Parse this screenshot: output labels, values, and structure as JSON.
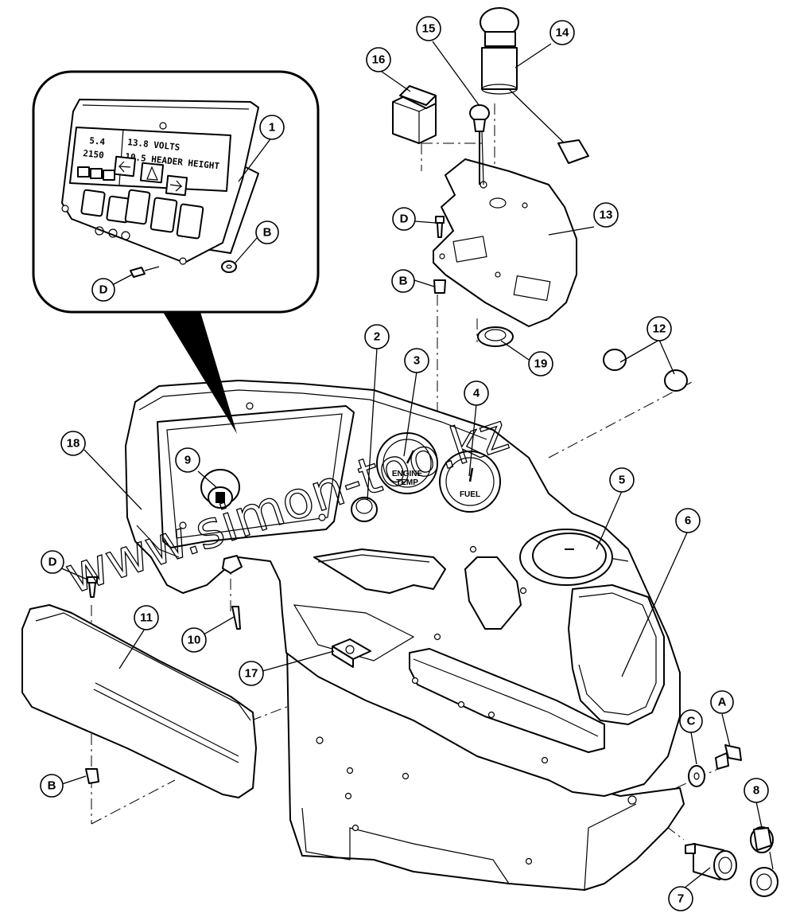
{
  "diagram": {
    "callouts": {
      "c1": "1",
      "c2": "2",
      "c3": "3",
      "c4": "4",
      "c5": "5",
      "c6": "6",
      "c7": "7",
      "c8": "8",
      "c9": "9",
      "c10": "10",
      "c11": "11",
      "c12": "12",
      "c13": "13",
      "c14": "14",
      "c15": "15",
      "c16": "16",
      "c17": "17",
      "c18": "18",
      "c19": "19",
      "cA": "A",
      "cC": "C",
      "cB1": "B",
      "cB2": "B",
      "cB3": "B",
      "cD1": "D",
      "cD2": "D",
      "cD3": "D"
    },
    "display_panel": {
      "line1_left": "5.4",
      "line1_right": "13.8 VOLTS",
      "line2_left": "2150",
      "line2_right": "10.5 HEADER HEIGHT"
    },
    "gauges": {
      "engine_temp_line1": "ENGINE",
      "engine_temp_line2": "TEMP",
      "fuel": "FUEL"
    },
    "watermark": "www.simon-too.kz"
  }
}
